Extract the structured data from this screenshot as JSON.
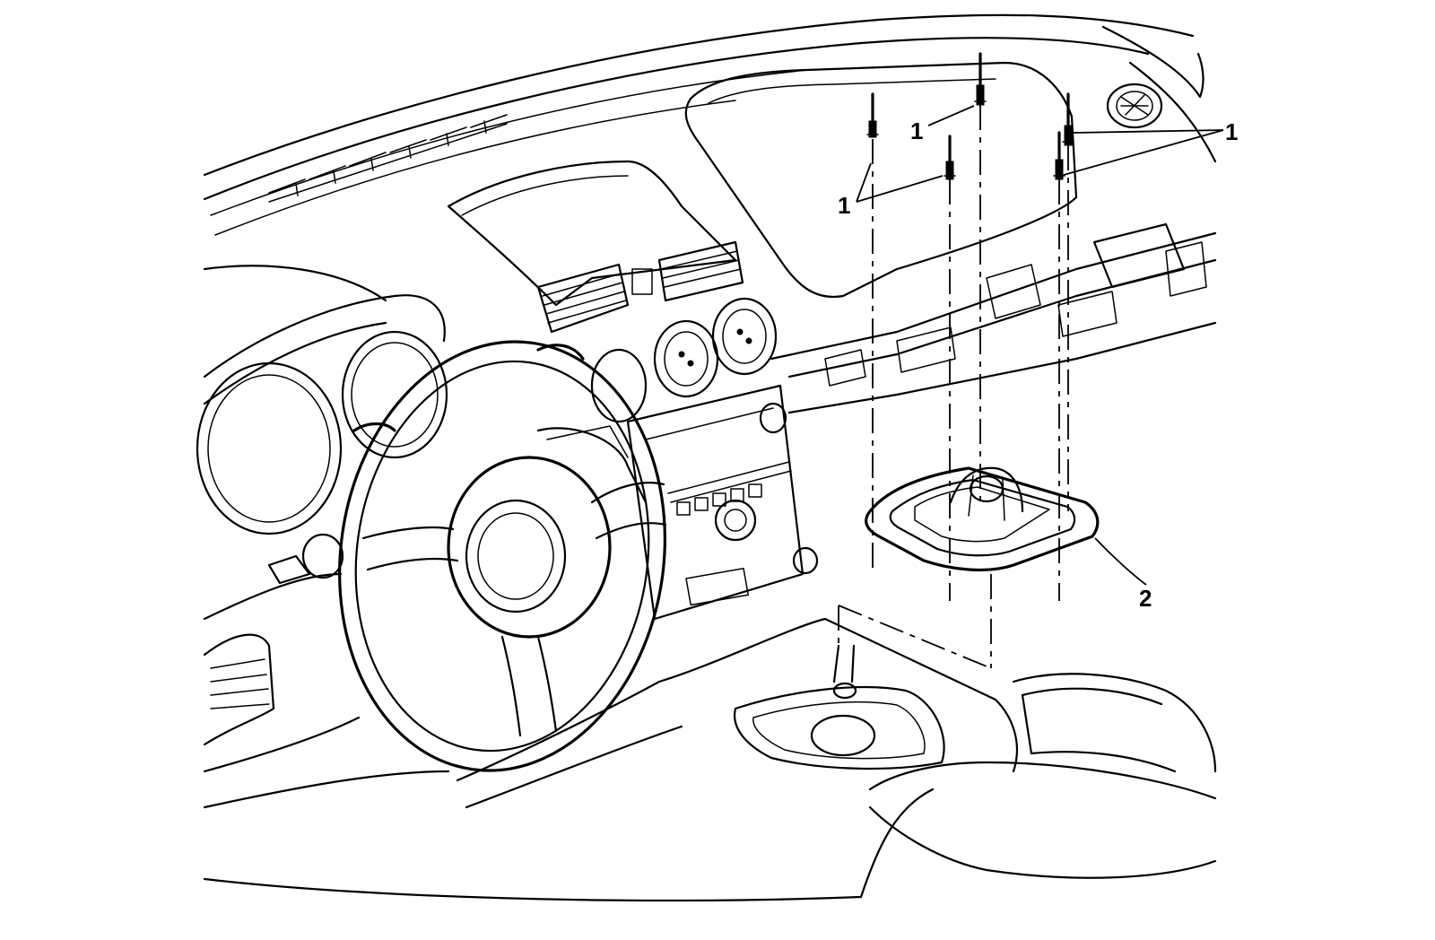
{
  "callouts": {
    "fastener_group_a": "1",
    "fastener_group_b": "1",
    "fastener_group_c": "1",
    "shifter_bezel": "2"
  },
  "colors": {
    "line": "#000000",
    "background": "#ffffff"
  }
}
